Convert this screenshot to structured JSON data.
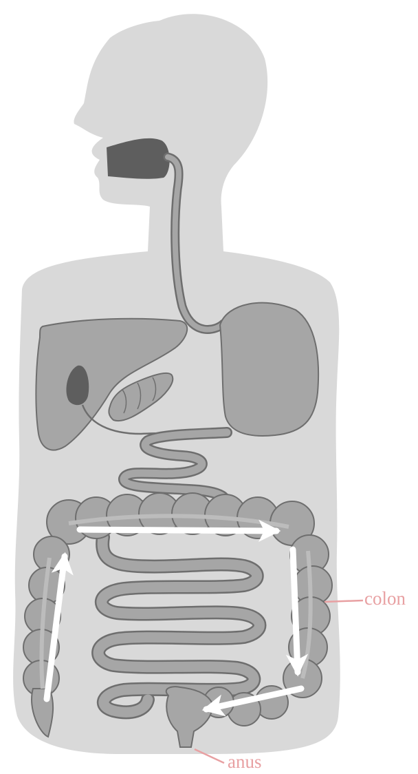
{
  "labels": {
    "colon": "colon",
    "anus": "anus"
  },
  "colors": {
    "body_silhouette": "#d9d9d9",
    "organ_fill": "#a6a6a6",
    "organ_outline": "#6e6e6e",
    "mouth_and_gallbladder": "#5e5e5e",
    "flow_arrows": "#ffffff",
    "label_color": "#e8a0a2"
  },
  "icons": {
    "flow_arrow": "white-arrow"
  }
}
